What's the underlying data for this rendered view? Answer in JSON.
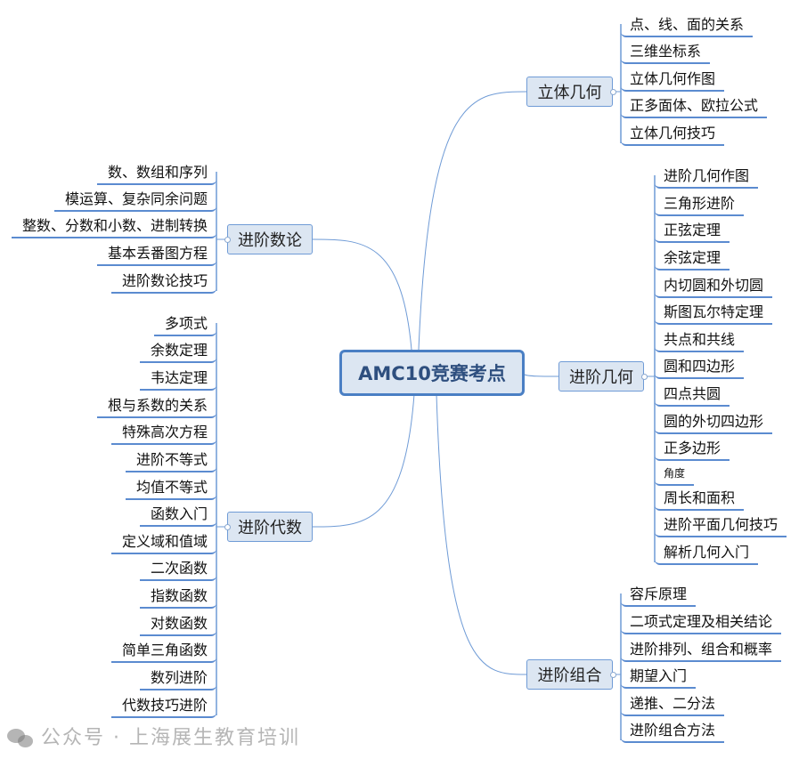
{
  "center": "AMC10竞赛考点",
  "branches": [
    {
      "id": "solid",
      "label": "立体几何",
      "side": "right",
      "items": [
        "点、线、面的关系",
        "三维坐标系",
        "立体几何作图",
        "正多面体、欧拉公式",
        "立体几何技巧"
      ]
    },
    {
      "id": "geometry",
      "label": "进阶几何",
      "side": "right",
      "items": [
        "进阶几何作图",
        "三角形进阶",
        "正弦定理",
        "余弦定理",
        "内切圆和外切圆",
        "斯图瓦尔特定理",
        "共点和共线",
        "圆和四边形",
        "四点共圆",
        "圆的外切四边形",
        "正多边形",
        "角度",
        "周长和面积",
        "进阶平面几何技巧",
        "解析几何入门"
      ]
    },
    {
      "id": "combinatorics",
      "label": "进阶组合",
      "side": "right",
      "items": [
        "容斥原理",
        "二项式定理及相关结论",
        "进阶排列、组合和概率",
        "期望入门",
        "递推、二分法",
        "进阶组合方法"
      ]
    },
    {
      "id": "number-theory",
      "label": "进阶数论",
      "side": "left",
      "items": [
        "数、数组和序列",
        "模运算、复杂同余问题",
        "整数、分数和小数、进制转换",
        "基本丢番图方程",
        "进阶数论技巧"
      ]
    },
    {
      "id": "algebra",
      "label": "进阶代数",
      "side": "left",
      "items": [
        "多项式",
        "余数定理",
        "韦达定理",
        "根与系数的关系",
        "特殊高次方程",
        "进阶不等式",
        "均值不等式",
        "函数入门",
        "定义域和值域",
        "二次函数",
        "指数函数",
        "对数函数",
        "简单三角函数",
        "数列进阶",
        "代数技巧进阶"
      ]
    }
  ],
  "watermark": {
    "text": "公众号 · 上海展生教育培训",
    "icon": "wechat-icon"
  },
  "colors": {
    "line": "#5b8bd0",
    "node_fill": "#dce6f2",
    "center_border": "#4a7fc4",
    "center_text": "#2e4f7f"
  }
}
